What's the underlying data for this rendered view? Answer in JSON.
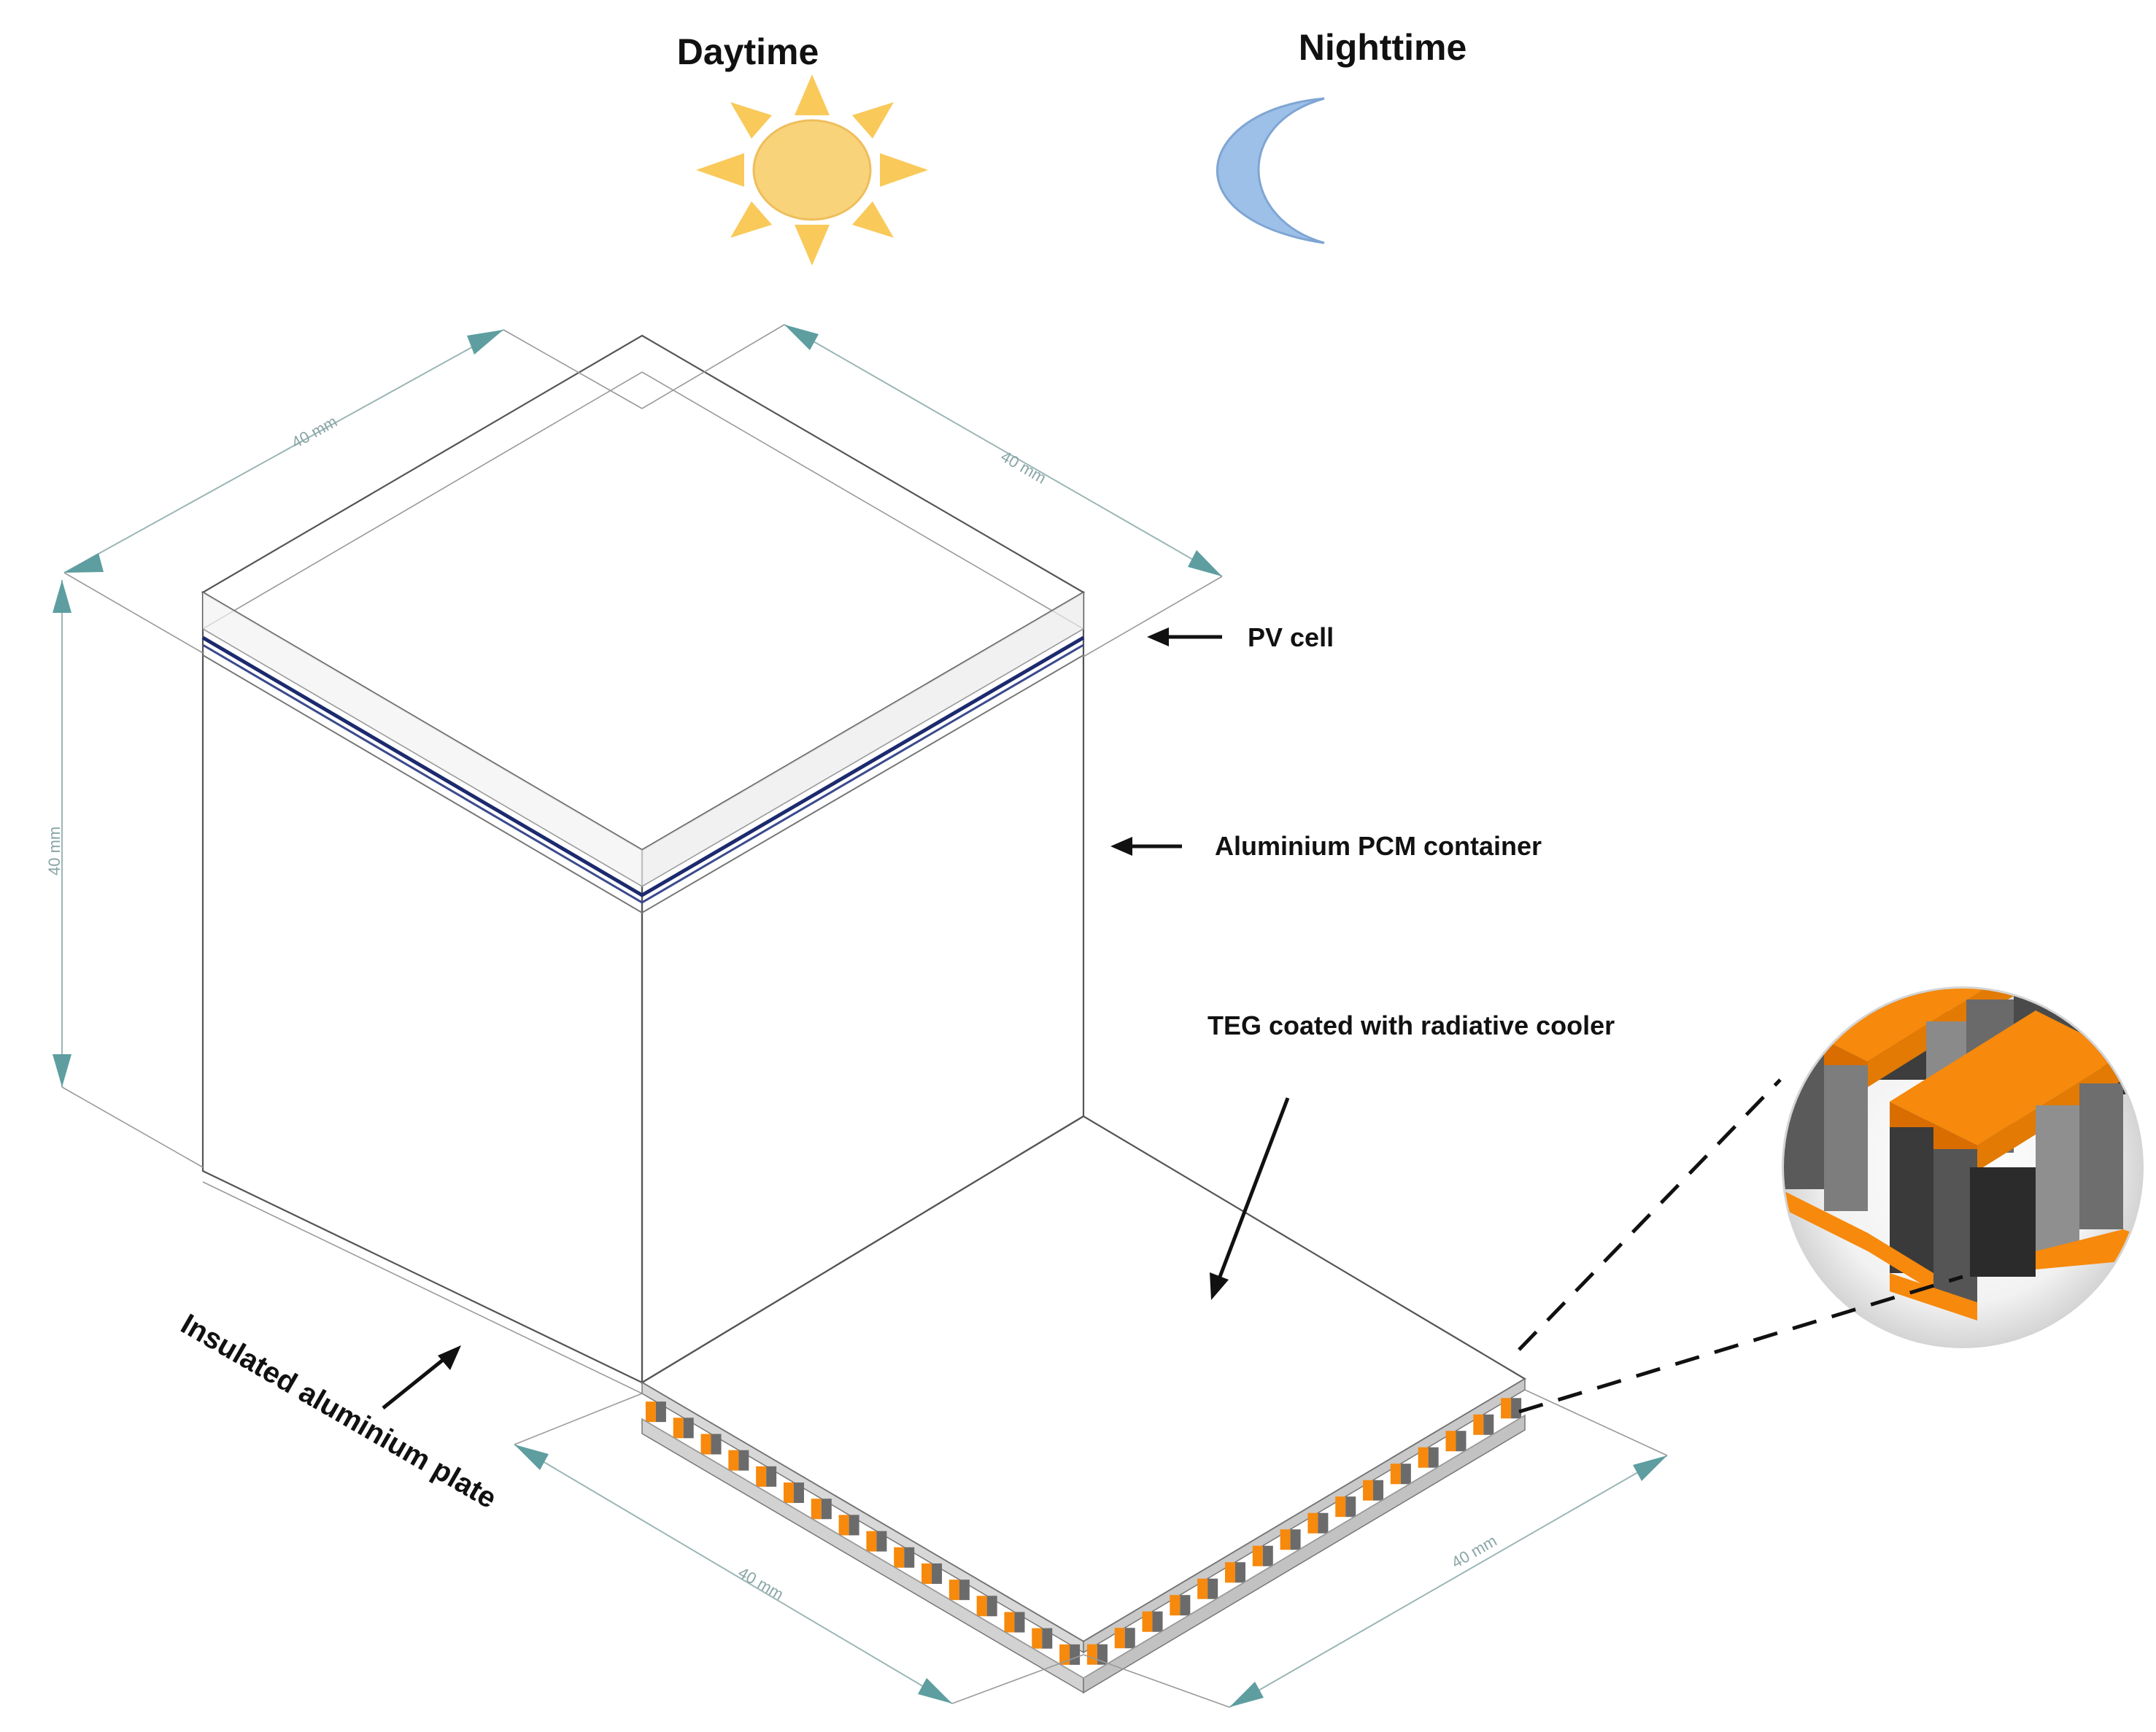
{
  "labels": {
    "daytime": "Daytime",
    "nighttime": "Nighttime",
    "pv_cell": "PV cell",
    "pcm_container": "Aluminium PCM container",
    "teg": "TEG coated with radiative cooler",
    "plate": "Insulated aluminium plate"
  },
  "dimensions": {
    "top_left": "40 mm",
    "top_right": "40 mm",
    "vertical": "40 mm",
    "bottom_left": "40 mm",
    "bottom_right": "40 mm"
  },
  "colors": {
    "sun": "#f9d37a",
    "sun_rays": "#f9c95a",
    "moon": "#9dc0e8",
    "pv_layer": "#1c2a6e",
    "teg_leg_orange": "#f7890c",
    "teg_leg_grey": "#6b6b6b",
    "dimension_arrow": "#5e9ea0"
  },
  "icons": [
    "sun-icon",
    "moon-icon"
  ]
}
